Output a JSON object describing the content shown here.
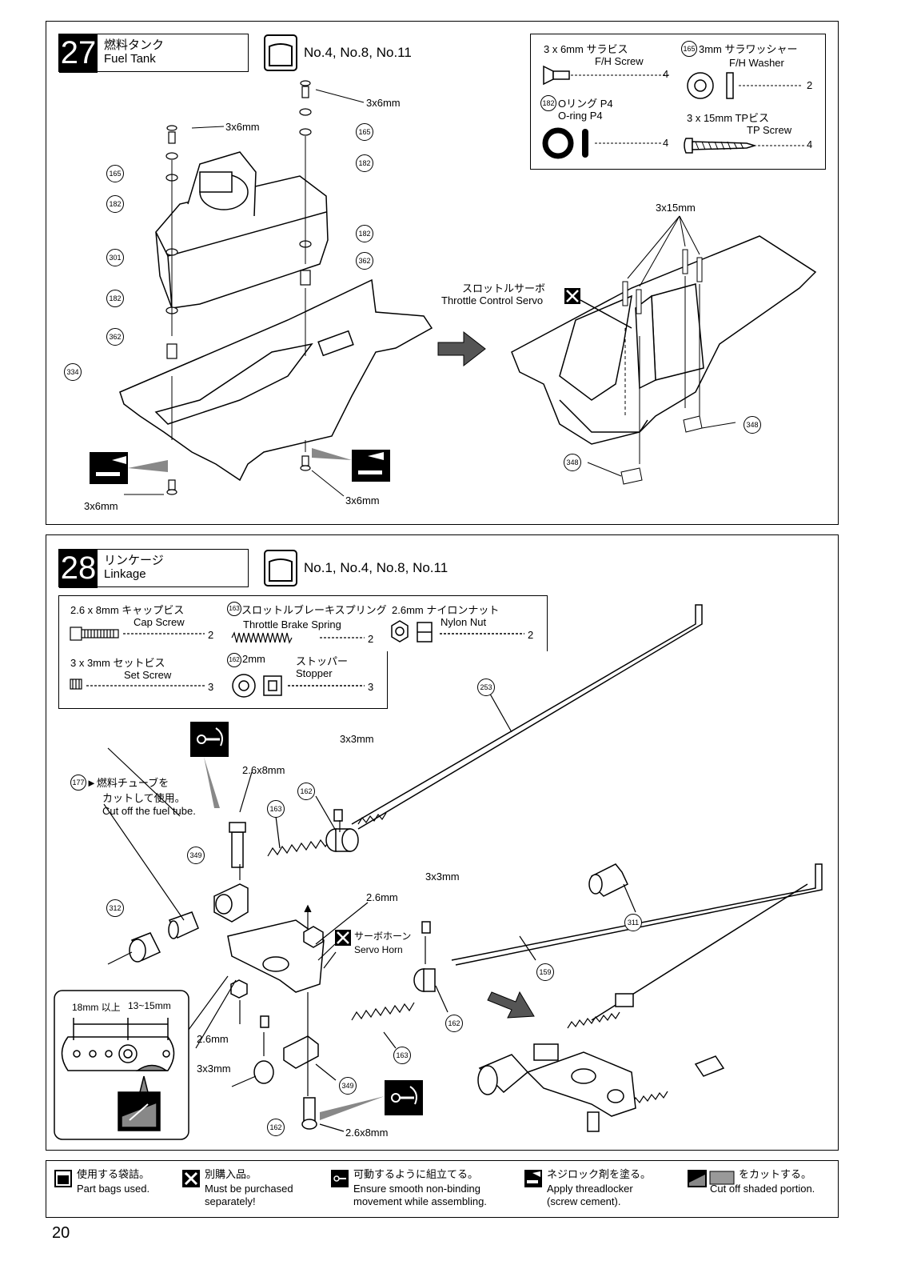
{
  "step27": {
    "number": "27",
    "title_jp": "燃料タンク",
    "title_en": "Fuel Tank",
    "bags": "No.4, No.8, No.11",
    "parts": {
      "screw_jp": "3 x 6mm サラビス",
      "screw_en": "F/H Screw",
      "screw_qty": "4",
      "washer_no": "165",
      "washer_jp": "3mm サラワッシャー",
      "washer_en": "F/H Washer",
      "washer_qty": "2",
      "oring_no": "182",
      "oring_jp": "Oリング P4",
      "oring_en": "O-ring P4",
      "oring_qty": "4",
      "tp_jp": "3 x 15mm TPビス",
      "tp_en": "TP Screw",
      "tp_qty": "4"
    },
    "labels": {
      "s1": "3x6mm",
      "s2": "3x6mm",
      "s3": "3x6mm",
      "s4": "3x6mm",
      "tp": "3x15mm",
      "servo_jp": "スロットルサーボ",
      "servo_en": "Throttle Control Servo"
    },
    "callouts": [
      "165",
      "182",
      "301",
      "182",
      "362",
      "334",
      "165",
      "182",
      "182",
      "362",
      "348",
      "348"
    ]
  },
  "step28": {
    "number": "28",
    "title_jp": "リンケージ",
    "title_en": "Linkage",
    "bags": "No.1, No.4, No.8,  No.11",
    "parts": {
      "cap_jp": "2.6 x 8mm キャップビス",
      "cap_en": "Cap Screw",
      "cap_qty": "2",
      "spring_no": "163",
      "spring_jp": "スロットルブレーキスプリング",
      "spring_en": "Throttle Brake Spring",
      "spring_qty": "2",
      "nut_jp": "2.6mm ナイロンナット",
      "nut_en": "Nylon Nut",
      "nut_qty": "2",
      "set_jp": "3 x 3mm セットビス",
      "set_en": "Set Screw",
      "set_qty": "3",
      "stopper_no": "162",
      "stopper_size": "2mm",
      "stopper_jp": "ストッパー",
      "stopper_en": "Stopper",
      "stopper_qty": "3"
    },
    "labels": {
      "fuel_tube_no": "177",
      "fuel_tube_jp1": "►燃料チューブを",
      "fuel_tube_jp2": "カットして使用。",
      "fuel_tube_en": "Cut off the fuel tube.",
      "cap1": "2.6x8mm",
      "cap2": "2.6x8mm",
      "set1": "3x3mm",
      "set2": "3x3mm",
      "set3": "3x3mm",
      "nut1": "2.6mm",
      "nut2": "2.6mm",
      "horn_jp": "サーボホーン",
      "horn_en": "Servo Horn",
      "dim1": "18mm 以上",
      "dim2": "13~15mm"
    },
    "callouts": [
      "253",
      "162",
      "163",
      "349",
      "312",
      "311",
      "159",
      "162",
      "163",
      "349",
      "162"
    ]
  },
  "legend": [
    {
      "jp": "使用する袋詰。",
      "en": "Part bags used."
    },
    {
      "jp": "別購入品。",
      "en": "Must be purchased separately!"
    },
    {
      "jp": "可動するように組立てる。",
      "en": "Ensure smooth non-binding movement while assembling."
    },
    {
      "jp": "ネジロック剤を塗る。",
      "en": "Apply threadlocker (screw cement)."
    },
    {
      "jp": "をカットする。",
      "en": "Cut off shaded portion."
    }
  ],
  "page_number": "20"
}
